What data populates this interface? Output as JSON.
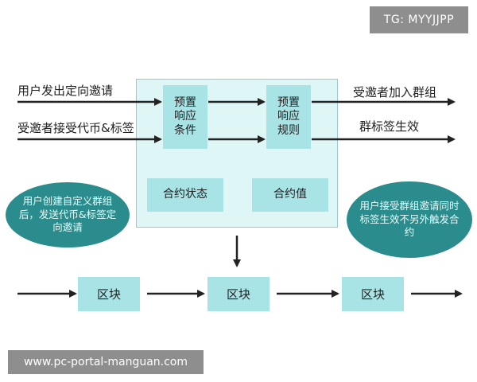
{
  "watermarks": {
    "top_right": "TG: MYYJJPP",
    "bottom_left": "www.pc-portal-manguan.com"
  },
  "inputs": {
    "line1": "用户发出定向邀请",
    "line2": "受邀者接受代币&标签"
  },
  "outputs": {
    "line1": "受邀者加入群组",
    "line2": "群标签生效"
  },
  "boxes": {
    "preset_conditions": "预置\n响应\n条件",
    "preset_rules": "预置\n响应\n规则",
    "contract_state": "合约状态",
    "contract_value": "合约值"
  },
  "ellipses": {
    "left": "用户创建自定义群组后，发送代币&标签定向邀请",
    "right": "用户接受群组邀请同时标签生效不另外触发合约"
  },
  "blocks": [
    "区块",
    "区块",
    "区块"
  ],
  "colors": {
    "light_box": "#dff6f7",
    "inner_box": "#a8e4e6",
    "ellipse": "#2a8c8c",
    "arrow": "#222222"
  }
}
